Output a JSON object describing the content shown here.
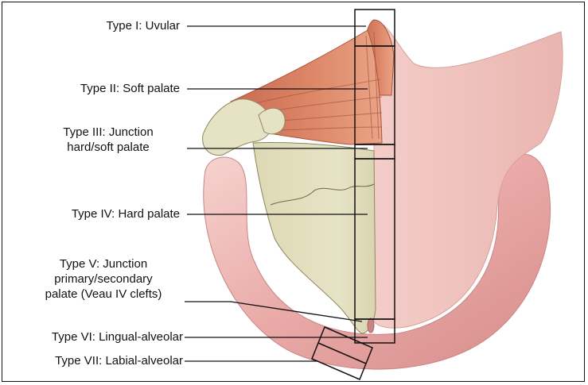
{
  "labels": {
    "type1": "Type I: Uvular",
    "type2": "Type II: Soft palate",
    "type3_line1": "Type III: Junction",
    "type3_line2": "hard/soft palate",
    "type4": "Type IV: Hard palate",
    "type5_line1": "Type V: Junction",
    "type5_line2": "primary/secondary",
    "type5_line3": "palate (Veau IV clefts)",
    "type6": "Type VI: Lingual-alveolar",
    "type7": "Type VII: Labial-alveolar"
  },
  "colors": {
    "gum": "#e6a4a3",
    "gum_light": "#f2c9c6",
    "mucosa": "#f0c2bd",
    "bone": "#e4e0bf",
    "bone_shadow": "#c9c49a",
    "muscle": "#d67a5c",
    "muscle_dark": "#b85a40",
    "line": "#111111"
  }
}
